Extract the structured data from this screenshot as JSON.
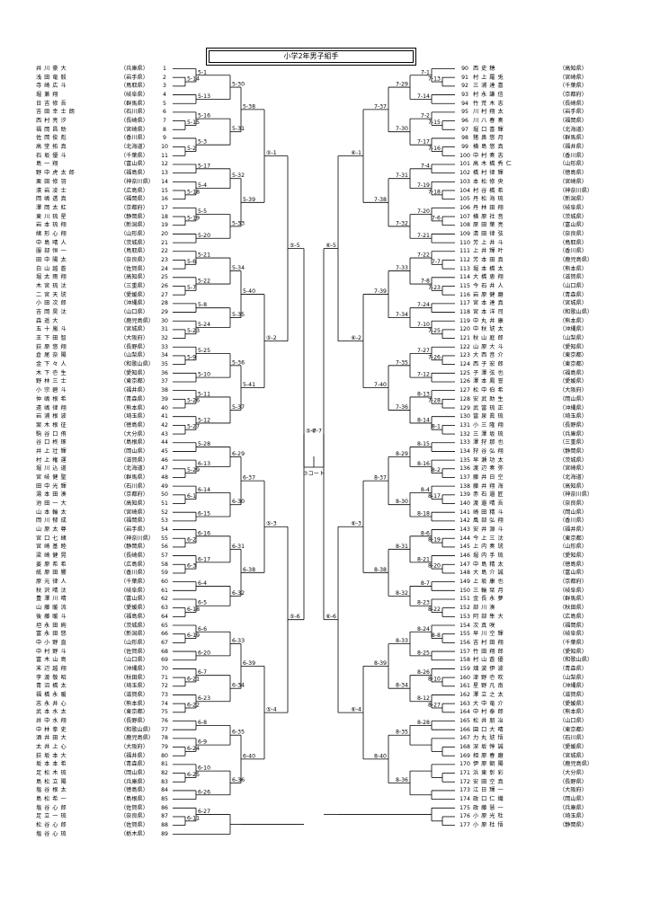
{
  "title": "小学2年男子組手",
  "center_label": "⑦コート",
  "left_players": [
    {
      "no": "1",
      "name": "井 川 豪 大",
      "pref": "（兵庫県）"
    },
    {
      "no": "2",
      "name": "浅 田 竜 毅",
      "pref": "（岩手県）"
    },
    {
      "no": "3",
      "name": "寺 崎 広 斗",
      "pref": "（鳥取県）"
    },
    {
      "no": "4",
      "name": "堀 兼 翔",
      "pref": "（岐阜県）"
    },
    {
      "no": "5",
      "name": "日 吉 修 吾",
      "pref": "（群馬県）"
    },
    {
      "no": "6",
      "name": "吉 田 幸 士 朗",
      "pref": "（石川県）"
    },
    {
      "no": "7",
      "name": "西 村 亮 汐",
      "pref": "（長崎県）"
    },
    {
      "no": "8",
      "name": "福 岡 昌 助",
      "pref": "（宮崎県）"
    },
    {
      "no": "9",
      "name": "佐 岡 俊 彪",
      "pref": "（香川県）"
    },
    {
      "no": "10",
      "name": "高 堂 拓 真",
      "pref": "（北海道）"
    },
    {
      "no": "11",
      "name": "石 坂 優 斗",
      "pref": "（千葉県）"
    },
    {
      "no": "12",
      "name": "島 一 翔",
      "pref": "（富山県）"
    },
    {
      "no": "13",
      "name": "野 中 虎 太 郎",
      "pref": "（福島県）"
    },
    {
      "no": "14",
      "name": "栗 田 修 羽",
      "pref": "（神奈川県）"
    },
    {
      "no": "15",
      "name": "濱 岩 凌 士",
      "pref": "（広島県）"
    },
    {
      "no": "16",
      "name": "岡 嶋 透 真",
      "pref": "（福岡県）"
    },
    {
      "no": "17",
      "name": "澤 岡 太 紅",
      "pref": "（京都府）"
    },
    {
      "no": "18",
      "name": "東 川 琉 星",
      "pref": "（静岡県）"
    },
    {
      "no": "19",
      "name": "岩 本 琉 翔",
      "pref": "（新潟県）"
    },
    {
      "no": "20",
      "name": "緒 形 心 翔",
      "pref": "（山形県）"
    },
    {
      "no": "21",
      "name": "中 島 晴 人",
      "pref": "（茨城県）"
    },
    {
      "no": "22",
      "name": "服 部 恒 一",
      "pref": "（鳥取県）"
    },
    {
      "no": "23",
      "name": "田 中 陽 太",
      "pref": "（奈良県）"
    },
    {
      "no": "24",
      "name": "白 山 越 蒼",
      "pref": "（佐賀県）"
    },
    {
      "no": "25",
      "name": "堀 太 雨 翔",
      "pref": "（高知県）"
    },
    {
      "no": "26",
      "name": "木 宮 琉 汰",
      "pref": "（三重県）"
    },
    {
      "no": "27",
      "name": "二 宮 天 琥",
      "pref": "（愛媛県）"
    },
    {
      "no": "28",
      "name": "小 田 次 郎",
      "pref": "（沖縄県）"
    },
    {
      "no": "29",
      "name": "吉 岡 昊 汰",
      "pref": "（山口県）"
    },
    {
      "no": "30",
      "name": "森 遥 大",
      "pref": "（鹿児島県）"
    },
    {
      "no": "31",
      "name": "五 十 嵐 斗",
      "pref": "（宮城県）"
    },
    {
      "no": "32",
      "name": "王 下 田 智",
      "pref": "（大阪府）"
    },
    {
      "no": "33",
      "name": "荻 原 悠 翔",
      "pref": "（長野県）"
    },
    {
      "no": "34",
      "name": "倉 尾 奈 陽",
      "pref": "（山梨県）"
    },
    {
      "no": "35",
      "name": "金 下 々 人",
      "pref": "（和歌山県）"
    },
    {
      "no": "36",
      "name": "木 下 壱 生",
      "pref": "（愛知県）"
    },
    {
      "no": "37",
      "name": "野 林 三 士",
      "pref": "（東京都）"
    },
    {
      "no": "38",
      "name": "小 宗 碧 斗",
      "pref": "（福井県）"
    },
    {
      "no": "39",
      "name": "仲 嶋 根 希",
      "pref": "（青森県）"
    },
    {
      "no": "40",
      "name": "遠 嶋 律 翔",
      "pref": "（熊本県）"
    },
    {
      "no": "41",
      "name": "岩 浦 根 波",
      "pref": "（埼玉県）"
    },
    {
      "no": "42",
      "name": "案 木 根 征",
      "pref": "（徳島県）"
    },
    {
      "no": "43",
      "name": "駒 谷 口 侑",
      "pref": "（大分県）"
    },
    {
      "no": "44",
      "name": "谷 口 柊 琢",
      "pref": "（島根県）"
    },
    {
      "no": "45",
      "name": "井 上 壮 輝",
      "pref": "（岡山県）"
    },
    {
      "no": "46",
      "name": "村 上 権 運",
      "pref": "（滋賀県）"
    },
    {
      "no": "47",
      "name": "堀 川 込 道",
      "pref": "（北海道）"
    },
    {
      "no": "48",
      "name": "宮 岐 健 聖",
      "pref": "（群馬県）"
    },
    {
      "no": "49",
      "name": "田 中 光 輝",
      "pref": "（石川県）"
    },
    {
      "no": "50",
      "name": "湯 本 田 湊",
      "pref": "（京都府）"
    },
    {
      "no": "51",
      "name": "池 田 一 大",
      "pref": "（高知県）"
    },
    {
      "no": "52",
      "name": "山 本 輪 太",
      "pref": "（宮崎県）"
    },
    {
      "no": "53",
      "name": "岡 川 郁 成",
      "pref": "（福岡県）"
    },
    {
      "no": "54",
      "name": "山 原 太 尊",
      "pref": "（岩手県）"
    },
    {
      "no": "55",
      "name": "宮 口 七 緒",
      "pref": "（神奈川県）"
    },
    {
      "no": "56",
      "name": "宮 崎 基 睦",
      "pref": "（静岡県）"
    },
    {
      "no": "57",
      "name": "梁 崎 健 晃",
      "pref": "（長崎県）"
    },
    {
      "no": "58",
      "name": "姜 原 希 希",
      "pref": "（広島県）"
    },
    {
      "no": "59",
      "name": "紙 原 田 響",
      "pref": "（香川県）"
    },
    {
      "no": "60",
      "name": "原 元 律 人",
      "pref": "（千葉県）"
    },
    {
      "no": "61",
      "name": "秋 沢 晴 汰",
      "pref": "（岐阜県）"
    },
    {
      "no": "62",
      "name": "豊 澤 川 晴",
      "pref": "（富山県）"
    },
    {
      "no": "63",
      "name": "山 藤 暖 流",
      "pref": "（愛媛県）"
    },
    {
      "no": "64",
      "name": "後 藤 暖 斗",
      "pref": "（福島県）"
    },
    {
      "no": "65",
      "name": "坦 永 田 絢",
      "pref": "（茨城県）"
    },
    {
      "no": "66",
      "name": "富 永 田 悠",
      "pref": "（新潟県）"
    },
    {
      "no": "67",
      "name": "中 小 野 直",
      "pref": "（山形県）"
    },
    {
      "no": "68",
      "name": "中 村 野 斗",
      "pref": "（佐賀県）"
    },
    {
      "no": "69",
      "name": "富 木 山 島",
      "pref": "（山口県）"
    },
    {
      "no": "70",
      "name": "末 辺 越 翔",
      "pref": "（沖縄県）"
    },
    {
      "no": "71",
      "name": "李 渡 敬 昭",
      "pref": "（秋田県）"
    },
    {
      "no": "72",
      "name": "青 沼 橋 太",
      "pref": "（埼玉県）"
    },
    {
      "no": "73",
      "name": "福 橋 永 暖",
      "pref": "（滋賀県）"
    },
    {
      "no": "74",
      "name": "志 永 井 心",
      "pref": "（熊本県）"
    },
    {
      "no": "75",
      "name": "武 本 水 太",
      "pref": "（東京都）"
    },
    {
      "no": "76",
      "name": "井 中 水 翔",
      "pref": "（長野県）"
    },
    {
      "no": "77",
      "name": "中 林 拳 史",
      "pref": "（和歌山県）"
    },
    {
      "no": "78",
      "name": "酒 井 田 大",
      "pref": "（鹿児島県）"
    },
    {
      "no": "79",
      "name": "太 井 上 心",
      "pref": "（大阪府）"
    },
    {
      "no": "80",
      "name": "荻 坂 本 大",
      "pref": "（福井県）"
    },
    {
      "no": "81",
      "name": "坂 本 本 希",
      "pref": "（青森県）"
    },
    {
      "no": "82",
      "name": "足 松 木 琉",
      "pref": "（岡山県）"
    },
    {
      "no": "83",
      "name": "島 松 立 陽",
      "pref": "（兵庫県）"
    },
    {
      "no": "84",
      "name": "塩 谷 根 太",
      "pref": "（徳島県）"
    },
    {
      "no": "85",
      "name": "島 松 希 一",
      "pref": "（島根県）"
    },
    {
      "no": "86",
      "name": "塩 谷 心 郎",
      "pref": "（佐賀県）"
    },
    {
      "no": "87",
      "name": "足 立 一 琉",
      "pref": "（奈良県）"
    },
    {
      "no": "88",
      "name": "松 谷 心 郎",
      "pref": "（佐賀県）"
    },
    {
      "no": "89",
      "name": "塩 谷 心 琉",
      "pref": "（栃木県）"
    }
  ],
  "right_players": [
    {
      "no": "90",
      "name": "西 史 穂",
      "pref": "（高知県）"
    },
    {
      "no": "91",
      "name": "村 上 羅 兎",
      "pref": "（宮崎県）"
    },
    {
      "no": "92",
      "name": "三 浦 達 喜",
      "pref": "（千葉県）"
    },
    {
      "no": "93",
      "name": "村 永 謙 信",
      "pref": "（京都府）"
    },
    {
      "no": "94",
      "name": "竹 荒 木 志",
      "pref": "（長崎県）"
    },
    {
      "no": "95",
      "name": "川 村 翔 太",
      "pref": "（岩手県）"
    },
    {
      "no": "96",
      "name": "川 八 春 奏",
      "pref": "（福岡県）"
    },
    {
      "no": "97",
      "name": "堀 口 喜 輝",
      "pref": "（北海道）"
    },
    {
      "no": "98",
      "name": "猪 鼻 悠 月",
      "pref": "（群馬県）"
    },
    {
      "no": "99",
      "name": "横 島 悠 真",
      "pref": "（福井県）"
    },
    {
      "no": "100",
      "name": "中 村 奏 志",
      "pref": "（香川県）"
    },
    {
      "no": "101",
      "name": "高 木 橋 秀 仁",
      "pref": "（山形県）"
    },
    {
      "no": "102",
      "name": "橋 村 律 輝",
      "pref": "（徳島県）"
    },
    {
      "no": "103",
      "name": "本 松 修 央",
      "pref": "（宮崎県）"
    },
    {
      "no": "104",
      "name": "村 谷 橋 希",
      "pref": "（神奈川県）"
    },
    {
      "no": "105",
      "name": "丹 松 海 琉",
      "pref": "（新潟県）"
    },
    {
      "no": "106",
      "name": "丹 林 田 翔",
      "pref": "（岐阜県）"
    },
    {
      "no": "107",
      "name": "横 原 社 音",
      "pref": "（茨城県）"
    },
    {
      "no": "108",
      "name": "原 田 葉 亮",
      "pref": "（富山県）"
    },
    {
      "no": "109",
      "name": "清 田 律 弦",
      "pref": "（奈良県）"
    },
    {
      "no": "110",
      "name": "芳 上 井 斗",
      "pref": "（鳥取県）"
    },
    {
      "no": "111",
      "name": "上 井 輝 叶",
      "pref": "（香川県）"
    },
    {
      "no": "112",
      "name": "芳 本 田 真",
      "pref": "（鹿児島県）"
    },
    {
      "no": "113",
      "name": "堀 本 橋 太",
      "pref": "（熊本県）"
    },
    {
      "no": "114",
      "name": "大 橋 恵 翔",
      "pref": "（滋賀県）"
    },
    {
      "no": "115",
      "name": "今 石 井 人",
      "pref": "（山口県）"
    },
    {
      "no": "116",
      "name": "岩 原 健 磨",
      "pref": "（青森県）"
    },
    {
      "no": "117",
      "name": "宮 本 達 真",
      "pref": "（宮城県）"
    },
    {
      "no": "118",
      "name": "宮 本 洋 司",
      "pref": "（和歌山県）"
    },
    {
      "no": "119",
      "name": "中 丸 井 康",
      "pref": "（熊本県）"
    },
    {
      "no": "120",
      "name": "中 秋 琥 太",
      "pref": "（沖縄県）"
    },
    {
      "no": "121",
      "name": "秋 山 庭 郎",
      "pref": "（山梨県）"
    },
    {
      "no": "122",
      "name": "山 原 大 斗",
      "pref": "（愛知県）"
    },
    {
      "no": "123",
      "name": "大 西 音 介",
      "pref": "（東京都）"
    },
    {
      "no": "124",
      "name": "西 子 宏 郎",
      "pref": "（東京都）"
    },
    {
      "no": "125",
      "name": "子 澤 弦 也",
      "pref": "（福島県）"
    },
    {
      "no": "126",
      "name": "澤 本 鳳 誉",
      "pref": "（愛媛県）"
    },
    {
      "no": "127",
      "name": "松 中 伯 希",
      "pref": "（大阪府）"
    },
    {
      "no": "128",
      "name": "安 武 助 生",
      "pref": "（岡山県）"
    },
    {
      "no": "129",
      "name": "武 當 琉 正",
      "pref": "（沖縄県）"
    },
    {
      "no": "130",
      "name": "當 泉 眞 琉",
      "pref": "（埼玉県）"
    },
    {
      "no": "131",
      "name": "小 三 隆 翔",
      "pref": "（長野県）"
    },
    {
      "no": "132",
      "name": "三 澤 坂 琉",
      "pref": "（兵庫県）"
    },
    {
      "no": "133",
      "name": "澤 狩 那 也",
      "pref": "（三重県）"
    },
    {
      "no": "134",
      "name": "狩 谷 弘 翔",
      "pref": "（静岡県）"
    },
    {
      "no": "135",
      "name": "早 瀬 功 太",
      "pref": "（茨城県）"
    },
    {
      "no": "136",
      "name": "渡 辺 奏 弥",
      "pref": "（宮崎県）"
    },
    {
      "no": "137",
      "name": "藤 井 日 空",
      "pref": "（北海道）"
    },
    {
      "no": "138",
      "name": "藤 井 翔 海",
      "pref": "（高知県）"
    },
    {
      "no": "139",
      "name": "赤 石 邉 匠",
      "pref": "（神奈川県）"
    },
    {
      "no": "140",
      "name": "渡 邉 晴 吾",
      "pref": "（奈良県）"
    },
    {
      "no": "141",
      "name": "崎 田 精 斗",
      "pref": "（岡山県）"
    },
    {
      "no": "142",
      "name": "風 部 弘 翔",
      "pref": "（香川県）"
    },
    {
      "no": "143",
      "name": "安 井 源 斗",
      "pref": "（福井県）"
    },
    {
      "no": "144",
      "name": "今 上 三 汰",
      "pref": "（東京都）"
    },
    {
      "no": "145",
      "name": "上 内 奏 琥",
      "pref": "（山形県）"
    },
    {
      "no": "146",
      "name": "堀 内 手 琉",
      "pref": "（愛知県）"
    },
    {
      "no": "147",
      "name": "中 島 精 太",
      "pref": "（徳島県）"
    },
    {
      "no": "148",
      "name": "大 島 介 誠",
      "pref": "（富山県）"
    },
    {
      "no": "149",
      "name": "上 坂 康 也",
      "pref": "（京都府）"
    },
    {
      "no": "150",
      "name": "三 輪 栞 月",
      "pref": "（岐阜県）"
    },
    {
      "no": "151",
      "name": "金 長 永 夢",
      "pref": "（群馬県）"
    },
    {
      "no": "152",
      "name": "部 川 湊",
      "pref": "（秋田県）"
    },
    {
      "no": "153",
      "name": "阿 部 隼 大",
      "pref": "（広島県）"
    },
    {
      "no": "154",
      "name": "次 真 咲",
      "pref": "（福岡県）"
    },
    {
      "no": "155",
      "name": "早 川 空 輝",
      "pref": "（岐阜県）"
    },
    {
      "no": "156",
      "name": "吉 村 田 翔",
      "pref": "（千葉県）"
    },
    {
      "no": "157",
      "name": "竹 田 翔 郎",
      "pref": "（愛知県）"
    },
    {
      "no": "158",
      "name": "村 山 蒼 優",
      "pref": "（和歌山県）"
    },
    {
      "no": "159",
      "name": "畑 波 伊 波",
      "pref": "（青森県）"
    },
    {
      "no": "160",
      "name": "津 野 壱 吹",
      "pref": "（山梨県）"
    },
    {
      "no": "161",
      "name": "星 野 凡 南",
      "pref": "（沖縄県）"
    },
    {
      "no": "162",
      "name": "澤 立 之 太",
      "pref": "（滋賀県）"
    },
    {
      "no": "163",
      "name": "大 中 竜 介",
      "pref": "（愛媛県）"
    },
    {
      "no": "164",
      "name": "中 村 泰 郎",
      "pref": "（熊本県）"
    },
    {
      "no": "165",
      "name": "松 井 朋 冶",
      "pref": "（山口県）"
    },
    {
      "no": "166",
      "name": "園 口 大 晴",
      "pref": "（東京都）"
    },
    {
      "no": "167",
      "name": "力 丸 琥 悟",
      "pref": "（石川県）"
    },
    {
      "no": "168",
      "name": "深 坂 惇 誠",
      "pref": "（愛媛県）"
    },
    {
      "no": "169",
      "name": "相 原 春 磨",
      "pref": "（宮城県）"
    },
    {
      "no": "170",
      "name": "伊 原 朝 陽",
      "pref": "（鹿児島県）"
    },
    {
      "no": "171",
      "name": "浜 東 彰 彩",
      "pref": "（大分県）"
    },
    {
      "no": "172",
      "name": "安 田 空 真",
      "pref": "（長野県）"
    },
    {
      "no": "173",
      "name": "江 日 輝 一",
      "pref": "（大阪府）"
    },
    {
      "no": "174",
      "name": "政 口 仁 織",
      "pref": "（岡山県）"
    },
    {
      "no": "175",
      "name": "政 藤 慧 一",
      "pref": "（兵庫県）"
    },
    {
      "no": "176",
      "name": "小 原 光 杜",
      "pref": "（埼玉県）"
    },
    {
      "no": "177",
      "name": "小 原 杜 悟",
      "pref": "（静岡県）"
    }
  ],
  "left_r1_codes": [
    "5-14",
    "5-1",
    "5-13",
    "5-15",
    "5-16",
    "5-2",
    "5-3",
    "5-17",
    "5-18",
    "5-4",
    "5-19",
    "5-5",
    "5-20",
    "5-6",
    "5-21",
    "5-7",
    "5-22",
    "5-8",
    "5-23",
    "5-24",
    "5-9",
    "5-25",
    "5-10",
    "5-26",
    "5-11",
    "5-27",
    "5-12",
    "5-28",
    "5-29",
    "6-13",
    "6-1",
    "6-14",
    "6-15",
    "6-2",
    "6-16",
    "6-3",
    "6-17",
    "6-4",
    "6-18",
    "6-5",
    "6-19",
    "6-6",
    "6-20",
    "6-21",
    "6-7",
    "6-22",
    "6-23",
    "6-8",
    "6-24",
    "6-9",
    "6-25",
    "6-10",
    "6-26",
    "6-11",
    "6-27",
    "6-12",
    "6-28"
  ],
  "left_r2_codes": [
    "5-30",
    "5-31",
    "5-32",
    "5-33",
    "5-34",
    "5-35",
    "5-36",
    "5-37",
    "6-29",
    "6-30",
    "6-31",
    "6-32",
    "6-33",
    "6-34",
    "6-35",
    "6-36"
  ],
  "left_r3_codes": [
    "5-38",
    "5-39",
    "5-40",
    "5-41",
    "6-37",
    "6-38",
    "6-39",
    "6-40"
  ],
  "left_r4_codes": [
    "⑤-1",
    "⑤-2",
    "⑤-3",
    "⑤-4"
  ],
  "left_r5_codes": [
    "⑤-5",
    "⑤-6"
  ],
  "left_final_code": "⑤-7",
  "right_r1_codes": [
    "7-13",
    "7-1",
    "7-14",
    "7-15",
    "7-2",
    "7-16",
    "7-17",
    "7-4",
    "7-18",
    "7-19",
    "7-6",
    "7-20",
    "7-21",
    "7-7",
    "7-22",
    "7-23",
    "7-8",
    "7-24",
    "7-25",
    "7-10",
    "7-26",
    "7-27",
    "7-12",
    "7-28",
    "8-13",
    "8-1",
    "8-14",
    "8-15",
    "8-2",
    "8-16",
    "8-17",
    "8-4",
    "8-18",
    "8-19",
    "8-6",
    "8-20",
    "8-21",
    "8-7",
    "8-22",
    "8-23",
    "8-8",
    "8-24",
    "8-25",
    "8-10",
    "8-26",
    "8-27",
    "8-12",
    "8-28"
  ],
  "right_r2_codes": [
    "7-29",
    "7-30",
    "7-31",
    "7-32",
    "7-33",
    "7-34",
    "7-35",
    "7-36",
    "8-29",
    "8-30",
    "8-31",
    "8-32",
    "8-33",
    "8-34",
    "8-35",
    "8-36"
  ],
  "right_r3_codes": [
    "7-37",
    "7-38",
    "7-39",
    "7-40",
    "8-37",
    "8-38",
    "8-39",
    "8-40"
  ],
  "right_r4_codes": [
    "⑥-1",
    "⑥-2",
    "⑥-3",
    "⑥-4"
  ],
  "right_r5_codes": [
    "⑥-5",
    "⑥-6"
  ],
  "right_final_code": "⑥-7"
}
